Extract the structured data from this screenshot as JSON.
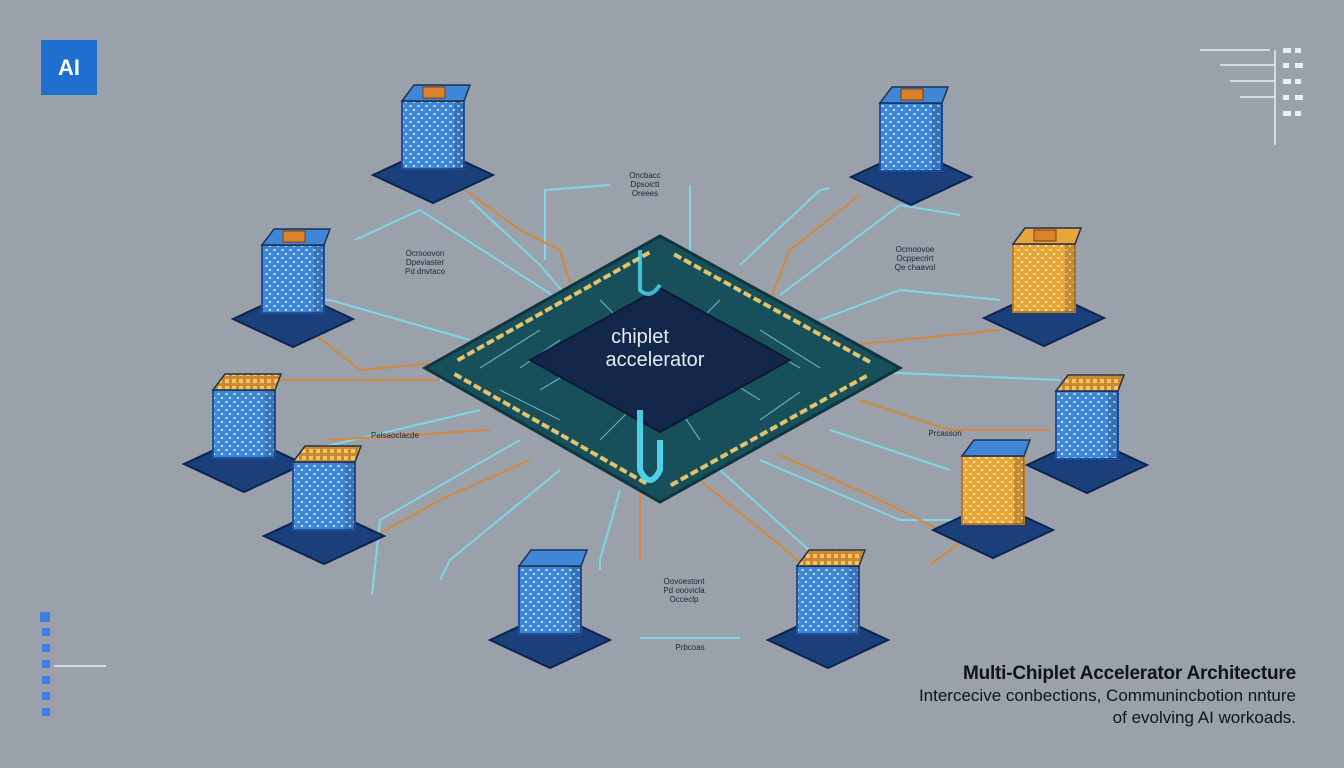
{
  "badge": {
    "text": "AI"
  },
  "core": {
    "label_line1": "chiplet",
    "label_line2": "accelerator"
  },
  "caption": {
    "title": "Multi-Chiplet Accelerator Architecture",
    "line1": "Intercecive conbections, Communincbotion nnture",
    "line2": "of evolving AI workoads."
  },
  "labels": {
    "top_center": [
      "Oncbacc",
      "Dpsoictt",
      "Oreees"
    ],
    "upper_left": [
      "Ocmoovon",
      "Dpeviaster",
      "Pd dnvtaco"
    ],
    "upper_right": [
      "Ocmoovoe",
      "Ocppecrirt",
      "Qe chaavol"
    ],
    "mid_left": [
      "Pelsaoctacde"
    ],
    "mid_right": [
      "Prcasson"
    ],
    "bottom_center": [
      "Oovoestont",
      "Pd ooovicla",
      "Occeclp"
    ],
    "bottom_small": [
      "Prbcoas"
    ]
  },
  "colors": {
    "background": "#9aa1ab",
    "substrate": "#1b3f7a",
    "chip_blue": "#3f86d6",
    "chip_orange": "#e7a53a",
    "board_green": "#174f5b",
    "core_navy": "#13274a",
    "trace_cyan": "#7fd6e6",
    "trace_orange": "#d4893a"
  }
}
